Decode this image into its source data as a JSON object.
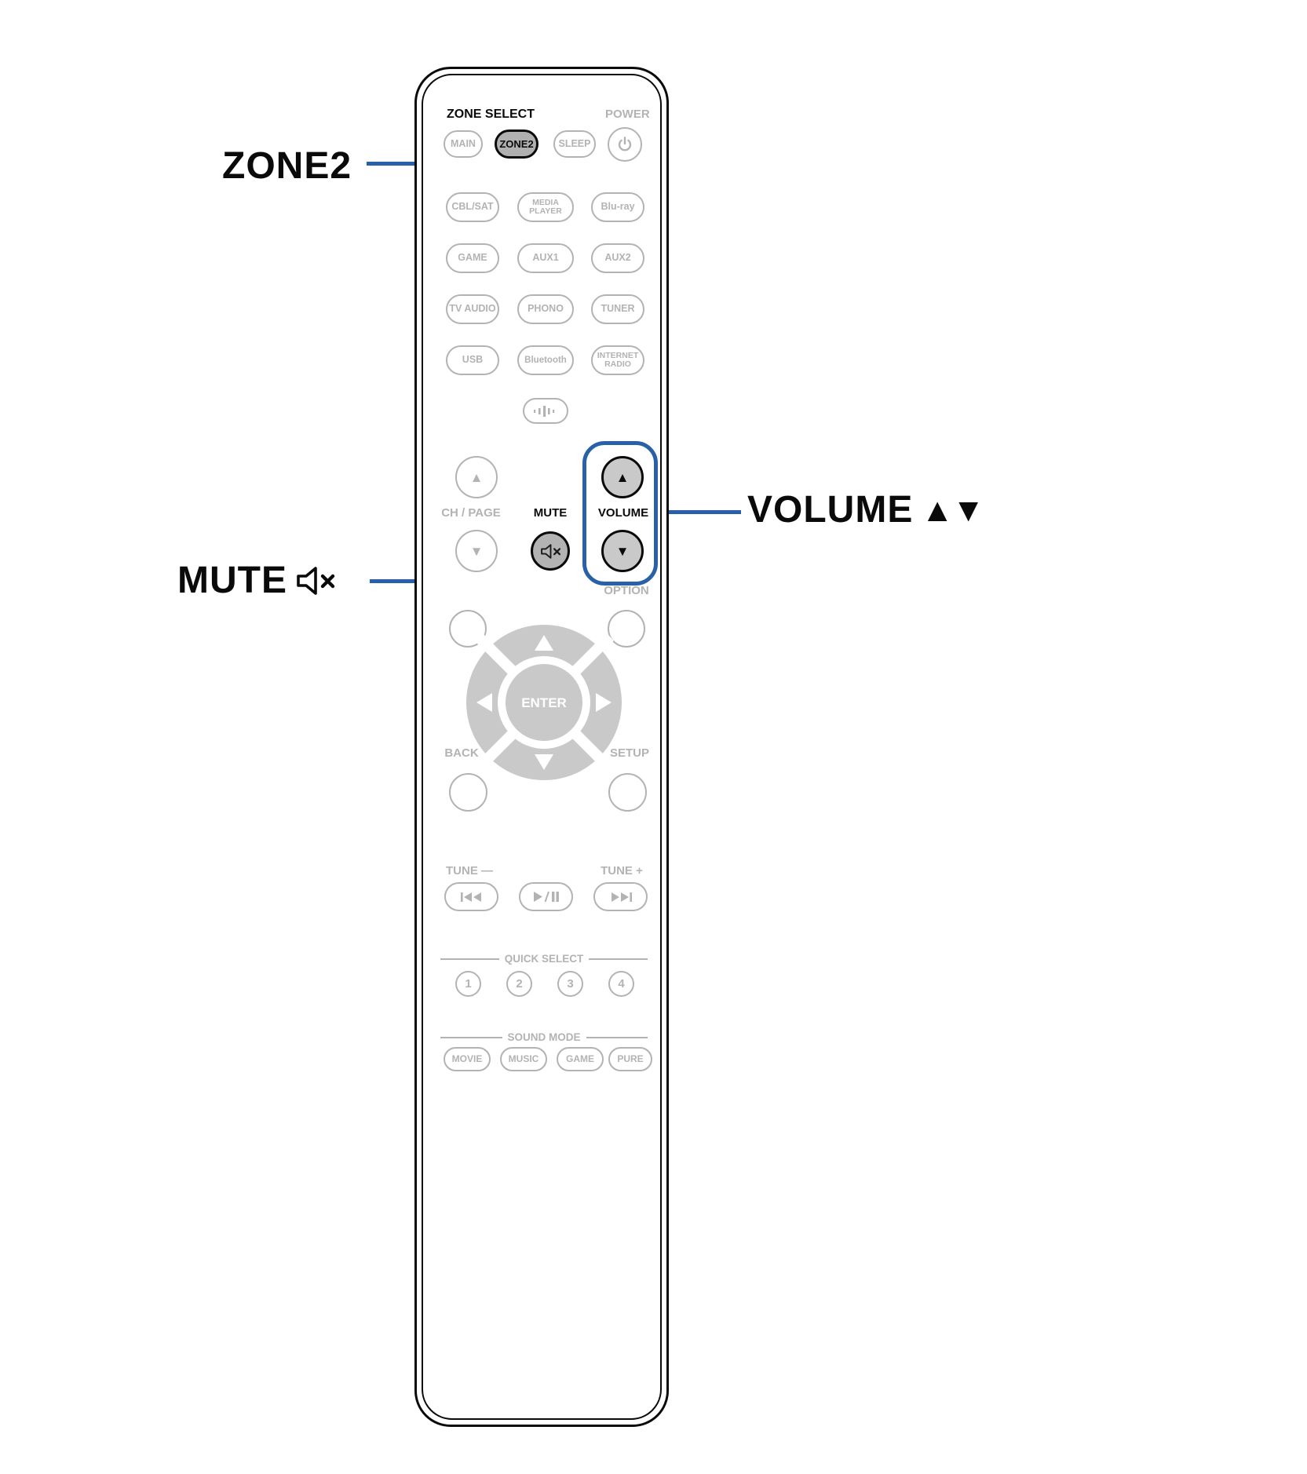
{
  "colors": {
    "accent_blue": "#2961a8",
    "button_gray": "#b3b3b3",
    "dpad_gray": "#c9c9c9",
    "highlight_fill": "#b0b0b0"
  },
  "callouts": {
    "zone2": "ZONE2",
    "mute": "MUTE",
    "volume": "VOLUME",
    "volume_arrows": "▲▼"
  },
  "icons": {
    "up_arrow": "▲",
    "down_arrow": "▼",
    "power": "power-symbol",
    "mute": "speaker-muted",
    "audio_signal": "audio-signal-bars",
    "skip_back": "skip-back",
    "play_pause": "play-pause",
    "skip_forward": "skip-forward"
  },
  "remote": {
    "zone_select_label": "ZONE SELECT",
    "power_label": "POWER",
    "zone_buttons": [
      "MAIN",
      "ZONE2",
      "SLEEP"
    ],
    "sources": [
      "CBL/SAT",
      "MEDIA PLAYER",
      "Blu-ray",
      "GAME",
      "AUX1",
      "AUX2",
      "TV AUDIO",
      "PHONO",
      "TUNER",
      "USB",
      "Bluetooth",
      "INTERNET RADIO"
    ],
    "ch_page_label": "CH / PAGE",
    "mute_label": "MUTE",
    "volume_label": "VOLUME",
    "option_label": "OPTION",
    "enter_label": "ENTER",
    "back_label": "BACK",
    "setup_label": "SETUP",
    "tune_minus_label": "TUNE —",
    "tune_plus_label": "TUNE +",
    "quick_select_label": "QUICK SELECT",
    "quick_select_buttons": [
      "1",
      "2",
      "3",
      "4"
    ],
    "sound_mode_label": "SOUND MODE",
    "sound_mode_buttons": [
      "MOVIE",
      "MUSIC",
      "GAME",
      "PURE"
    ]
  }
}
